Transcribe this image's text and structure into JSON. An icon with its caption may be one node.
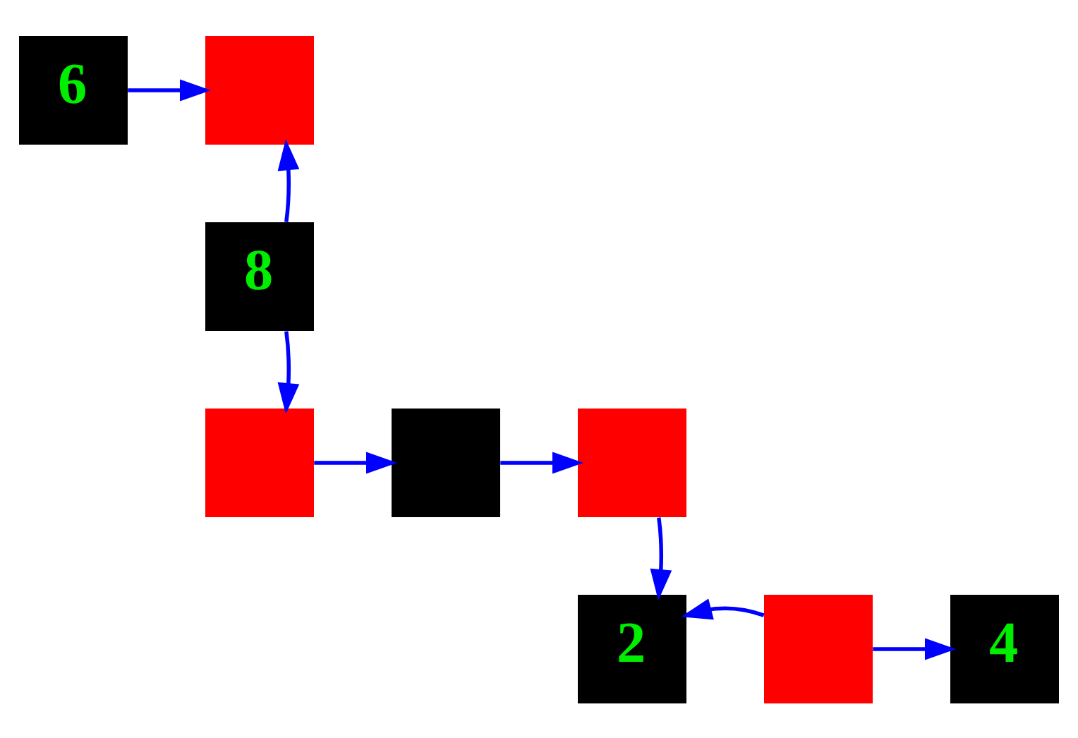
{
  "diagram": {
    "nodes": [
      {
        "text": [
          "6"
        ]
      },
      {
        "text": [],
        "shape": "box"
      },
      {
        "text": [
          "8"
        ]
      },
      {
        "text": [],
        "shape": "box"
      },
      {
        "text": [],
        "shape": "box"
      },
      {
        "text": [],
        "shape": "box"
      },
      {
        "text": [
          "2"
        ]
      },
      {
        "text": [],
        "shape": "box"
      },
      {
        "text": [
          "4"
        ]
      }
    ],
    "edges": [
      {
        "from": 0,
        "to": 1,
        "arrow": "to"
      },
      {
        "from": 2,
        "to": 1,
        "arrow": "to"
      },
      {
        "from": 2,
        "to": 3,
        "arrow": "to"
      },
      {
        "from": 3,
        "to": 4,
        "arrow": "to"
      },
      {
        "from": 4,
        "to": 5,
        "arrow": "to"
      },
      {
        "from": 5,
        "to": 6,
        "arrow": "to"
      },
      {
        "from": 7,
        "to": 6,
        "arrow": "to"
      },
      {
        "from": 7,
        "to": 8,
        "arrow": "to"
      }
    ]
  }
}
